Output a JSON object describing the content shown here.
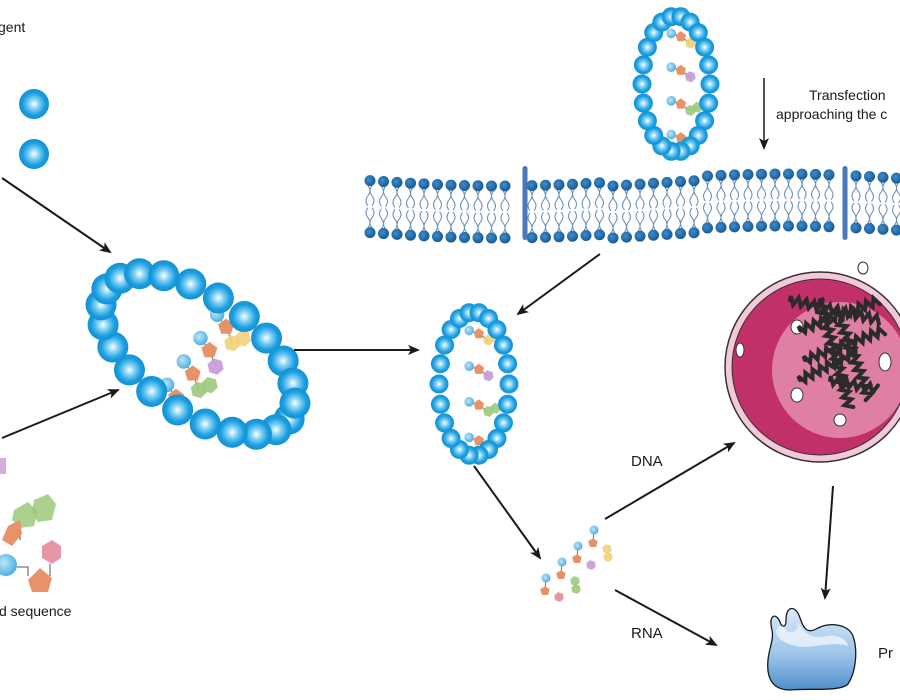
{
  "labels": {
    "reagent": "gent",
    "sequence": "d sequence",
    "transfection_line1": "Transfection",
    "transfection_line2": "approaching the c",
    "dna": "DNA",
    "rna": "RNA",
    "protein": "Pr"
  },
  "colors": {
    "lipid_bead": "#1a9ee0",
    "membrane_head": "#1e6fae",
    "membrane_protein": "#4a78b8",
    "nucleus_outer": "#c2306a",
    "nucleus_inner": "#de7fa3",
    "nucleus_envelope": "#f3c9da",
    "chromatin": "#2b2b2b",
    "protein_fill": "#a9cdee",
    "arrow": "#1a1a1a",
    "nucleotide_sugar": "#e8926a",
    "nucleotide_phosphate": "#5ab8e6",
    "base_yellow": "#f1d27a",
    "base_purple": "#c79ad8",
    "base_green": "#9cc97a",
    "base_pink": "#e48b9b"
  },
  "nodes": [
    {
      "id": "reagent-beads",
      "name": "transfection-reagent"
    },
    {
      "id": "sequence",
      "name": "nucleic-acid-sequence"
    },
    {
      "id": "lipoplex-large",
      "name": "lipoplex-complex"
    },
    {
      "id": "lipoplex-top",
      "name": "lipoplex-approaching-cell"
    },
    {
      "id": "membrane",
      "name": "cell-membrane"
    },
    {
      "id": "lipoplex-internalized",
      "name": "endocytosed-lipoplex"
    },
    {
      "id": "released-sequence",
      "name": "released-nucleic-acid"
    },
    {
      "id": "nucleus",
      "name": "cell-nucleus"
    },
    {
      "id": "protein",
      "name": "expressed-protein"
    }
  ],
  "edges": [
    {
      "from": "reagent-beads",
      "to": "lipoplex-large"
    },
    {
      "from": "sequence",
      "to": "lipoplex-large"
    },
    {
      "from": "lipoplex-large",
      "to": "lipoplex-internalized"
    },
    {
      "from": "lipoplex-top",
      "to": "membrane",
      "label_key": "transfection"
    },
    {
      "from": "membrane",
      "to": "lipoplex-internalized"
    },
    {
      "from": "lipoplex-internalized",
      "to": "released-sequence"
    },
    {
      "from": "released-sequence",
      "to": "nucleus",
      "label": "DNA"
    },
    {
      "from": "released-sequence",
      "to": "protein",
      "label": "RNA"
    },
    {
      "from": "nucleus",
      "to": "protein"
    }
  ]
}
